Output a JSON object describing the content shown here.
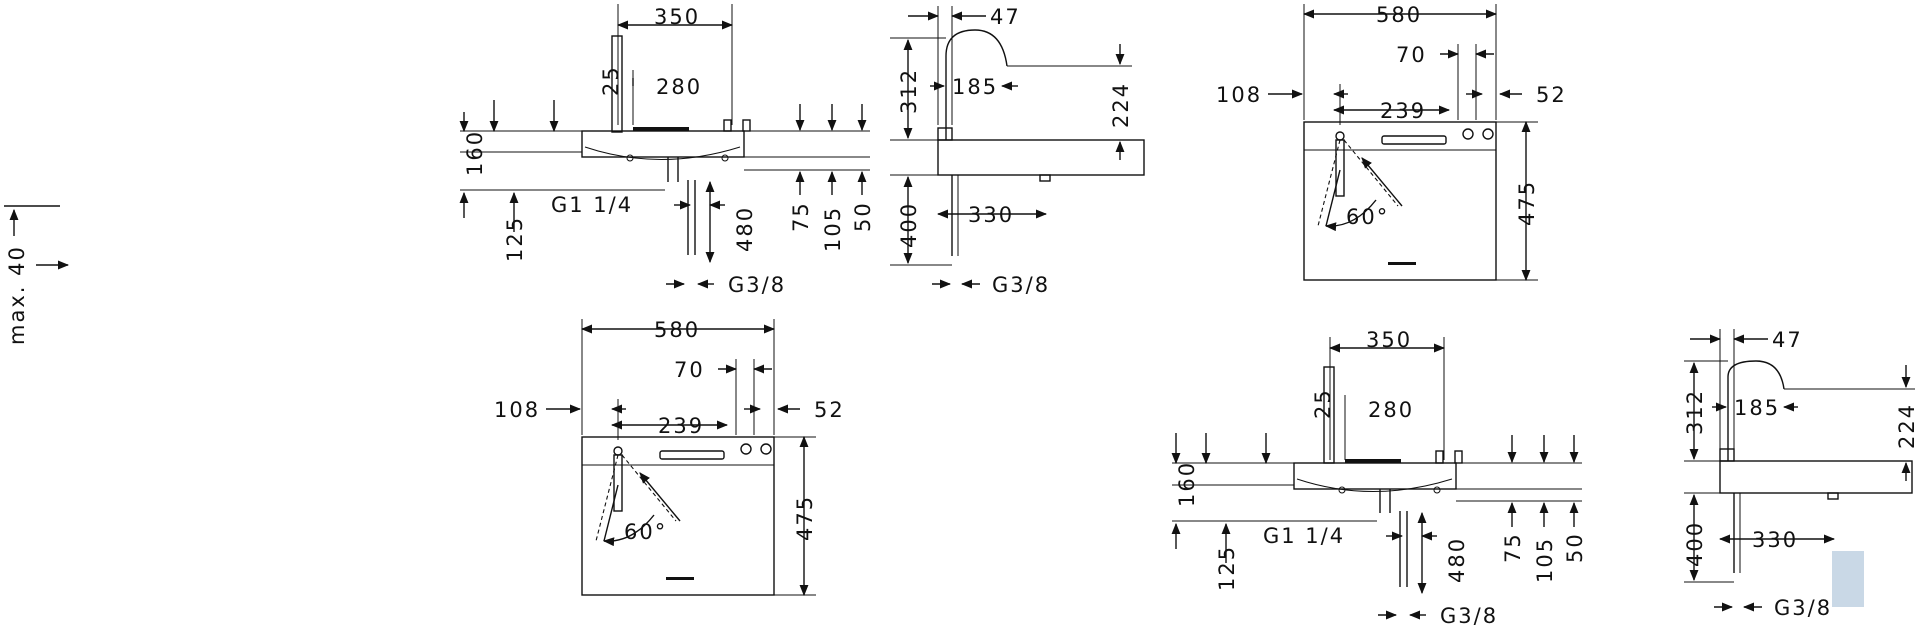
{
  "note": "max. 40",
  "views": {
    "front_top": {
      "d350": "350",
      "d280": "280",
      "d25": "25",
      "d160": "160",
      "d125": "125",
      "g114": "G1 1/4",
      "d480": "480",
      "d75": "75",
      "d105": "105",
      "d50": "50",
      "g38": "G3/8"
    },
    "side_top": {
      "d47": "47",
      "d312": "312",
      "d185": "185",
      "d224": "224",
      "d400": "400",
      "d330": "330",
      "g38": "G3/8"
    },
    "plan_top": {
      "d580": "580",
      "d70": "70",
      "d108": "108",
      "d52": "52",
      "d239": "239",
      "d475": "475",
      "angle": "60°"
    },
    "plan_bottom": {
      "d580": "580",
      "d70": "70",
      "d108": "108",
      "d52": "52",
      "d239": "239",
      "d475": "475",
      "angle": "60°"
    },
    "front_bottom": {
      "d350": "350",
      "d280": "280",
      "d25": "25",
      "d160": "160",
      "d125": "125",
      "g114": "G1 1/4",
      "d480": "480",
      "d75": "75",
      "d105": "105",
      "d50": "50",
      "g38": "G3/8"
    },
    "side_bottom": {
      "d47": "47",
      "d312": "312",
      "d185": "185",
      "d224": "224",
      "d400": "400",
      "d330": "330",
      "g38": "G3/8"
    }
  }
}
